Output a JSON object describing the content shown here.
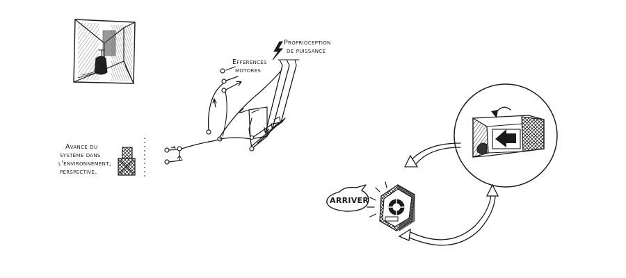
{
  "labels": {
    "avance_line1": "Avance du",
    "avance_line2": "système dans",
    "avance_line3": "l'environnement,",
    "avance_line4": "perspective.",
    "efferences_line1": "Efferences",
    "efferences_line2": "motores",
    "proprio_line1": "Proprioception",
    "proprio_line2": "de puissance",
    "arriver": "ARRIVER"
  },
  "colors": {
    "ink": "#1a1a1a",
    "background": "#ffffff"
  },
  "icons": [
    "lightning-icon",
    "arrow-left-icon",
    "target-icon"
  ]
}
